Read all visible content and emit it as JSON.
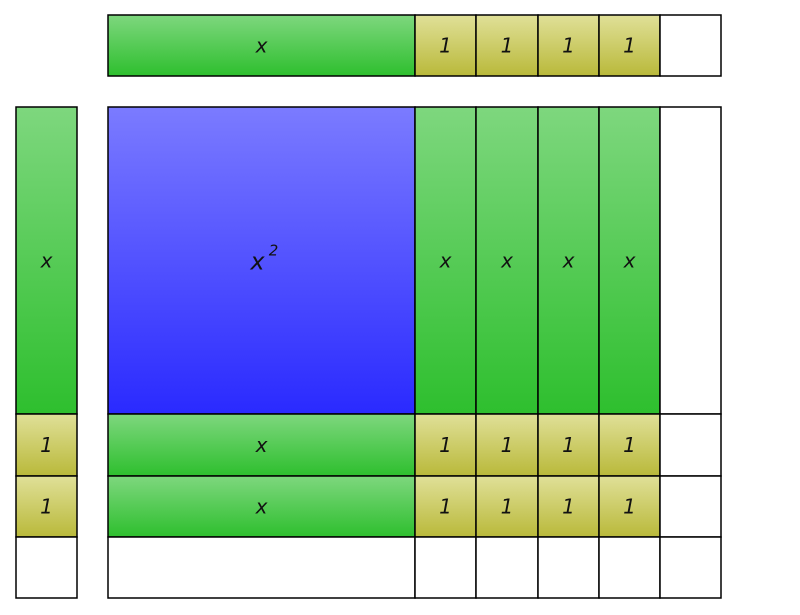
{
  "colors": {
    "x_tile": [
      "#7ed77e",
      "#2ebf2e"
    ],
    "x2_tile": [
      "#7b7bff",
      "#2a2aff"
    ],
    "unit_tile": [
      "#e0e098",
      "#b9b93a"
    ],
    "blank": "#ffffff",
    "stroke": "#000000"
  },
  "labels": {
    "x": "x",
    "one": "1",
    "x_squared_base": "x",
    "x_squared_exp": "2"
  },
  "top_factor": [
    "x",
    "1",
    "1",
    "1",
    "1",
    "blank"
  ],
  "left_factor": [
    "x",
    "1",
    "1",
    "blank"
  ],
  "product_grid": [
    [
      "x2",
      "x",
      "x",
      "x",
      "x",
      "blank"
    ],
    [
      "x",
      "1",
      "1",
      "1",
      "1",
      "blank"
    ],
    [
      "x",
      "1",
      "1",
      "1",
      "1",
      "blank"
    ],
    [
      "blank",
      "blank",
      "blank",
      "blank",
      "blank",
      "blank"
    ]
  ]
}
